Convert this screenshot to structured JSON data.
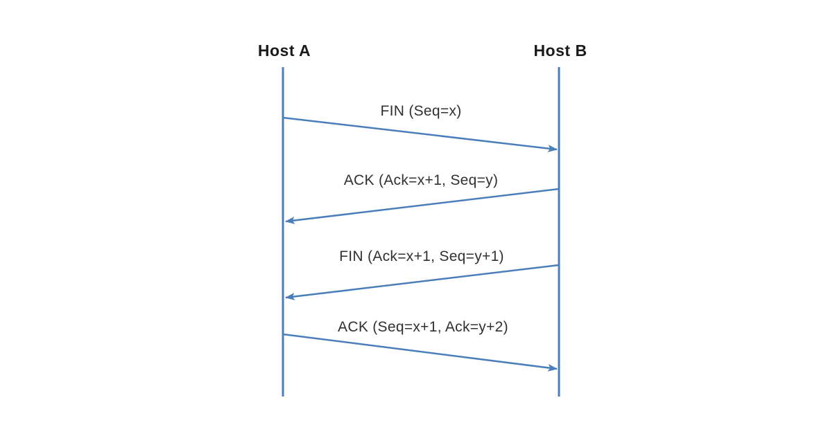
{
  "diagram": {
    "type": "sequence",
    "hosts": [
      {
        "name": "Host A"
      },
      {
        "name": "Host B"
      }
    ],
    "messages": [
      {
        "label": "FIN (Seq=x)",
        "from": "Host A",
        "to": "Host B",
        "direction": "a-to-b"
      },
      {
        "label": "ACK (Ack=x+1, Seq=y)",
        "from": "Host B",
        "to": "Host A",
        "direction": "b-to-a"
      },
      {
        "label": "FIN (Ack=x+1, Seq=y+1)",
        "from": "Host B",
        "to": "Host A",
        "direction": "b-to-a"
      },
      {
        "label": "ACK (Seq=x+1, Ack=y+2)",
        "from": "Host A",
        "to": "Host B",
        "direction": "a-to-b"
      }
    ],
    "colors": {
      "line": "#4a7ebb",
      "host_text": "#1a1a1a",
      "message_text": "#303030",
      "background": "#ffffff"
    }
  }
}
